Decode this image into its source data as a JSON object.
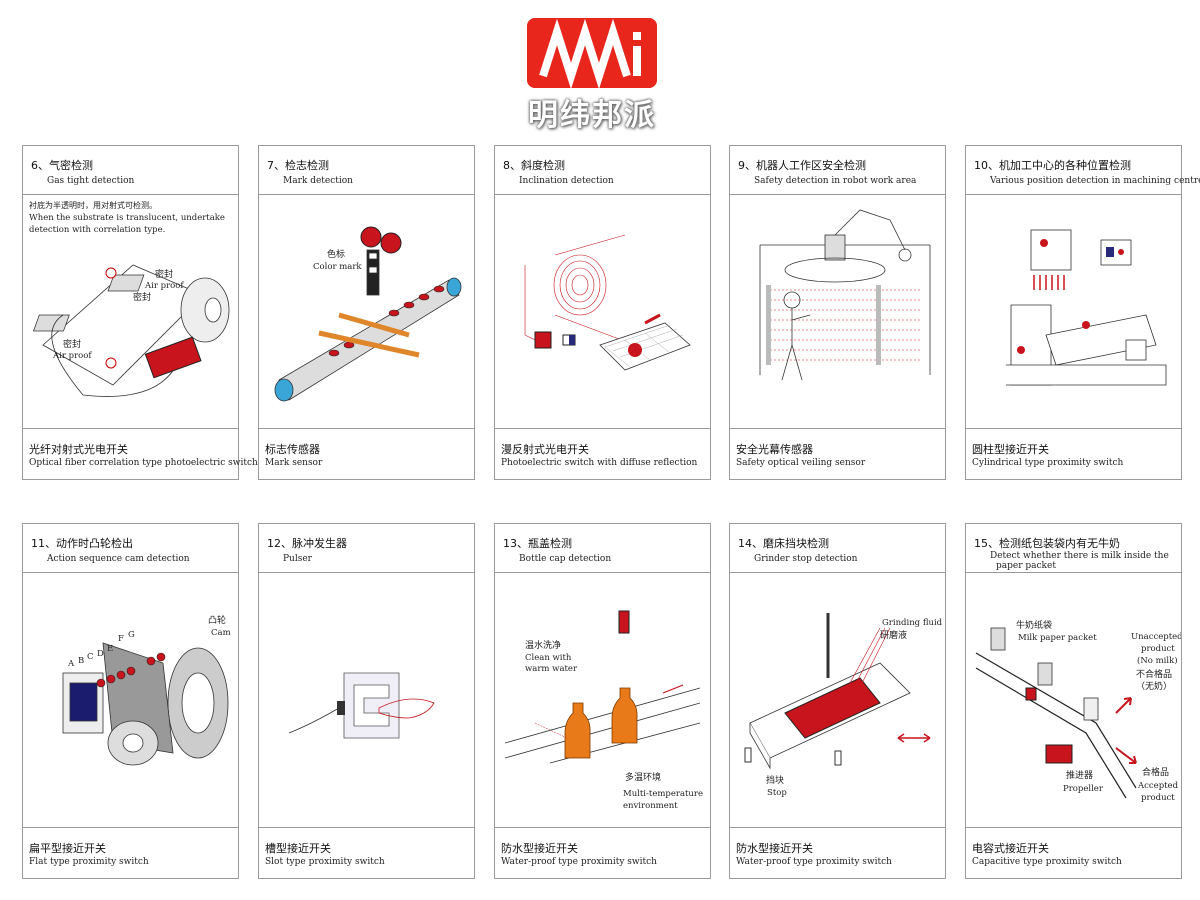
{
  "logo": {
    "brand": "明纬邦派",
    "mark": "MWi"
  },
  "cards": [
    {
      "cn": "6、气密检测",
      "en": "Gas tight detection",
      "note_cn": "衬底为半透明时，用对射式可检测。",
      "note_en": "When the substrate is translucent, undertake detection with correlation type.",
      "labels": [
        "密封",
        "Air proof",
        "密封",
        "密封",
        "Air proof"
      ],
      "footer_cn": "光纤对射式光电开关",
      "footer_en": "Optical fiber correlation type photoelectric switch"
    },
    {
      "cn": "7、检志检测",
      "en": "Mark detection",
      "labels": [
        "色标",
        "Color mark"
      ],
      "footer_cn": "标志传感器",
      "footer_en": "Mark sensor"
    },
    {
      "cn": "8、斜度检测",
      "en": "Inclination detection",
      "labels": [],
      "footer_cn": "漫反射式光电开关",
      "footer_en": "Photoelectric switch with diffuse reflection"
    },
    {
      "cn": "9、机器人工作区安全检测",
      "en": "Safety detection in robot work area",
      "labels": [],
      "footer_cn": "安全光幕传感器",
      "footer_en": "Safety optical veiling sensor"
    },
    {
      "cn": "10、机加工中心的各种位置检测",
      "en": "Various position detection in machining centre",
      "labels": [],
      "footer_cn": "圆柱型接近开关",
      "footer_en": "Cylindrical type proximity switch"
    },
    {
      "cn": "11、动作时凸轮检出",
      "en": "Action sequence cam detection",
      "labels": [
        "凸轮",
        "Cam",
        "A",
        "B",
        "C",
        "D",
        "E",
        "F",
        "G"
      ],
      "footer_cn": "扁平型接近开关",
      "footer_en": "Flat type proximity switch"
    },
    {
      "cn": "12、脉冲发生器",
      "en": "Pulser",
      "labels": [],
      "footer_cn": "槽型接近开关",
      "footer_en": "Slot type proximity switch"
    },
    {
      "cn": "13、瓶盖检测",
      "en": "Bottle cap detection",
      "labels": [
        "温水洗净",
        "Clean with",
        "warm water",
        "多温环境",
        "Multi-temperature",
        "environment"
      ],
      "footer_cn": "防水型接近开关",
      "footer_en": "Water-proof type proximity switch"
    },
    {
      "cn": "14、磨床挡块检测",
      "en": "Grinder stop detection",
      "labels": [
        "Grinding fluid",
        "研磨液",
        "挡块",
        "Stop"
      ],
      "footer_cn": "防水型接近开关",
      "footer_en": "Water-proof type proximity switch"
    },
    {
      "cn": "15、检测纸包装袋内有无牛奶",
      "en": "Detect whether there is milk inside the",
      "en2": "paper packet",
      "labels": [
        "牛奶纸袋",
        "Milk paper packet",
        "Unaccepted",
        "product",
        "(No milk)",
        "不合格品",
        "（无奶）",
        "推进器",
        "Propeller",
        "合格品",
        "Accepted",
        "product"
      ],
      "footer_cn": "电容式接近开关",
      "footer_en": "Capacitive type proximity switch"
    }
  ]
}
